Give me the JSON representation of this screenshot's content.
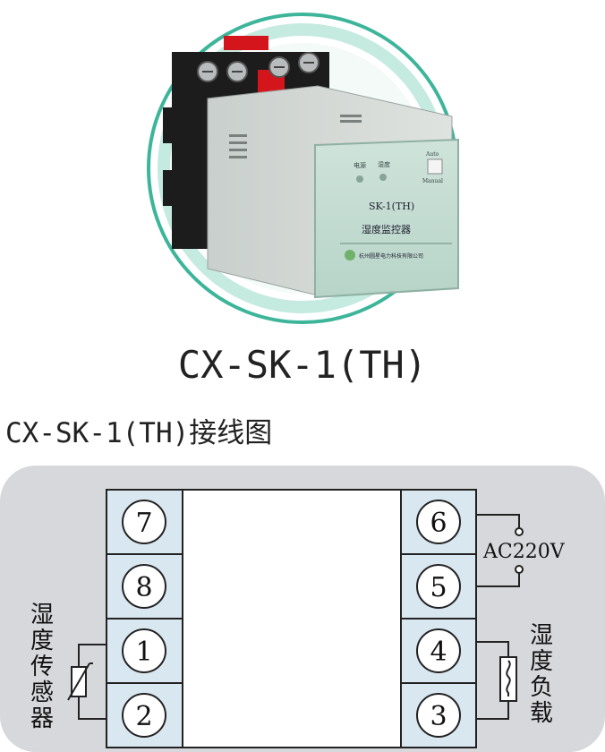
{
  "product": {
    "model_title": "CX-SK-1(TH)",
    "front_panel": {
      "indicator_power": "电源",
      "indicator_humidity": "湿度",
      "switch_auto": "Auto",
      "switch_manual": "Manual",
      "model": "SK-1(TH)",
      "name": "湿度监控器",
      "maker": "杭州圆星电力科技有限公司"
    }
  },
  "wiring": {
    "title": "CX-SK-1(TH)接线图",
    "left_terminals": [
      "7",
      "8",
      "1",
      "2"
    ],
    "right_terminals": [
      "6",
      "5",
      "4",
      "3"
    ],
    "power_label": "AC220V",
    "sensor_label": [
      "湿",
      "度",
      "传",
      "感",
      "器"
    ],
    "load_label": [
      "湿",
      "度",
      "负",
      "载"
    ]
  }
}
